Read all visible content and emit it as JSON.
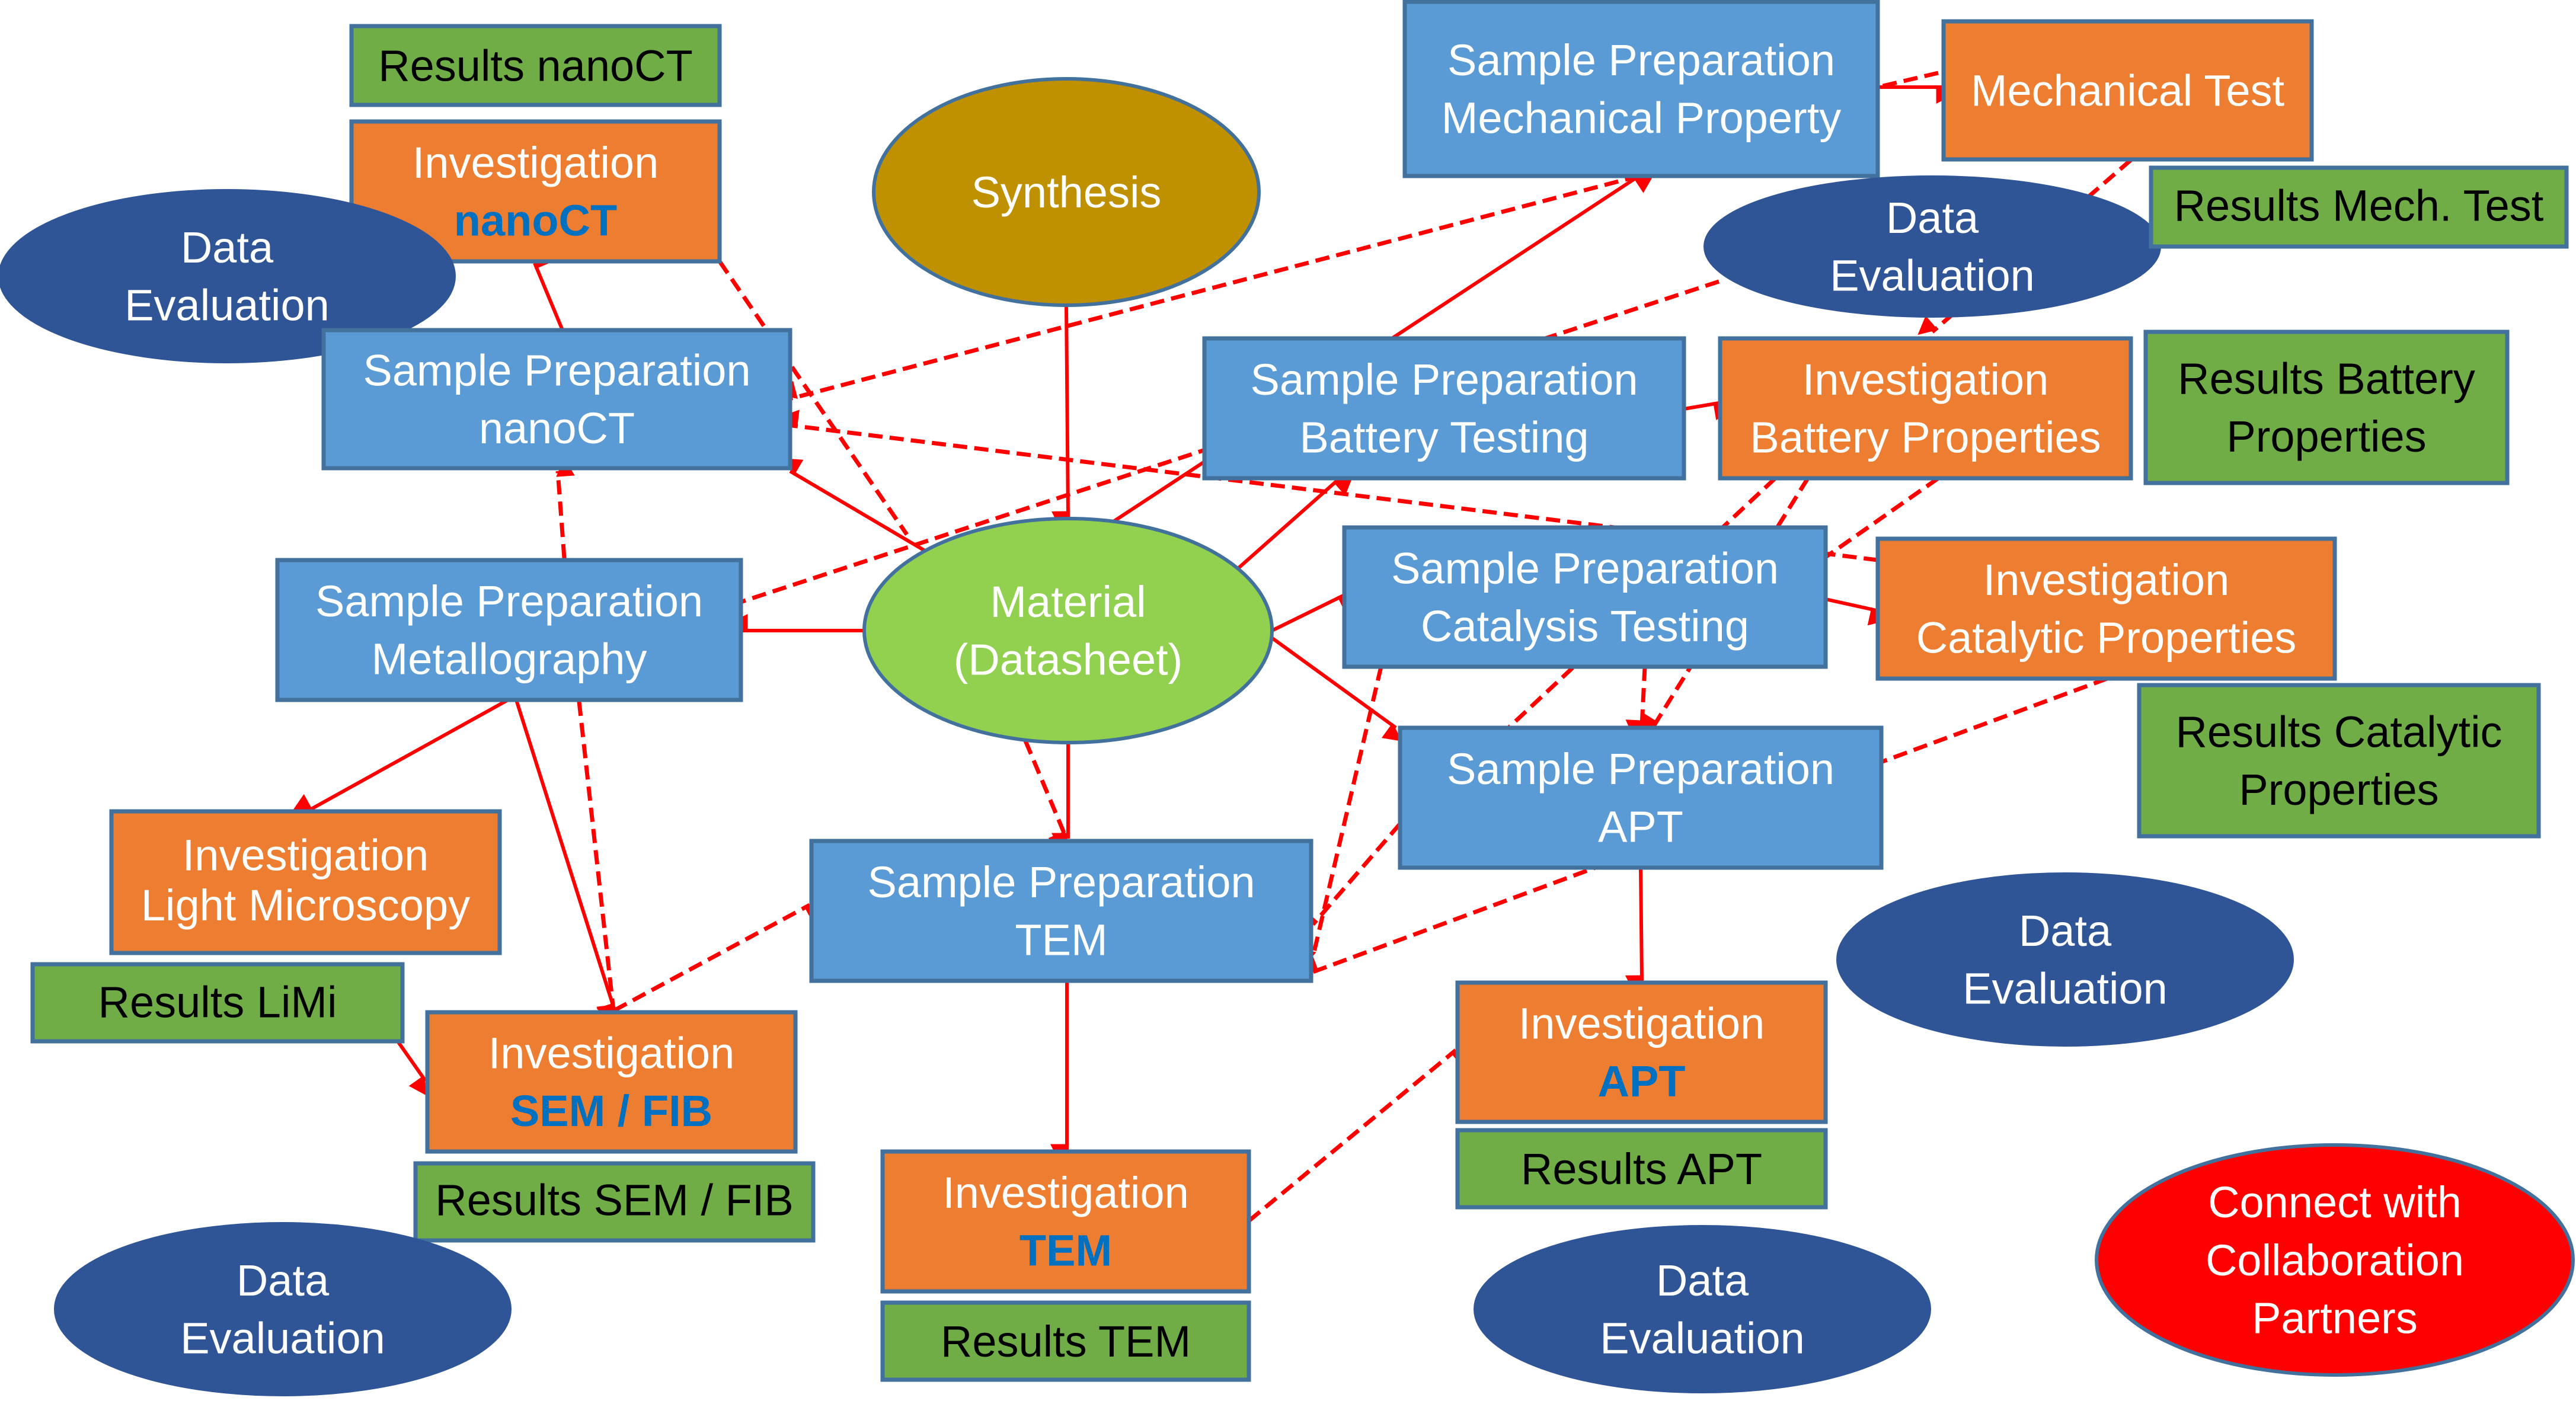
{
  "title": "Material characterization workflow",
  "colors": {
    "sample_prep": "#5b9bd5",
    "investigation": "#ed7d31",
    "results": "#70ad47",
    "data_eval": "#2f5597",
    "synthesis": "#bf9000",
    "material": "#92d050",
    "connect": "#ff0000",
    "border": "#41719c",
    "arrow": "#ff0000",
    "highlight_text": "#0070c0"
  },
  "nodes": {
    "results_nanoct": {
      "lines": [
        "Results nanoCT"
      ]
    },
    "inv_nanoct": {
      "lines": [
        "Investigation"
      ],
      "highlight": "nanoCT"
    },
    "de_topleft": {
      "lines": [
        "Data",
        "Evaluation"
      ]
    },
    "sp_nanoct": {
      "lines": [
        "Sample Preparation",
        "nanoCT"
      ]
    },
    "synthesis": {
      "lines": [
        "Synthesis"
      ]
    },
    "sp_mech": {
      "lines": [
        "Sample Preparation",
        "Mechanical Property"
      ]
    },
    "mech_test": {
      "lines": [
        "Mechanical Test"
      ]
    },
    "de_topright": {
      "lines": [
        "Data",
        "Evaluation"
      ]
    },
    "results_mech": {
      "lines": [
        "Results Mech. Test"
      ]
    },
    "sp_battery": {
      "lines": [
        "Sample Preparation",
        "Battery Testing"
      ]
    },
    "inv_battery": {
      "lines": [
        "Investigation",
        "Battery Properties"
      ]
    },
    "results_battery": {
      "lines": [
        "Results Battery",
        "Properties"
      ]
    },
    "sp_metallo": {
      "lines": [
        "Sample Preparation",
        "Metallography"
      ]
    },
    "material": {
      "lines": [
        "Material",
        "(Datasheet)"
      ]
    },
    "sp_catalysis": {
      "lines": [
        "Sample Preparation",
        "Catalysis Testing"
      ]
    },
    "inv_catalytic": {
      "lines": [
        "Investigation",
        "Catalytic Properties"
      ]
    },
    "results_catalytic": {
      "lines": [
        "Results Catalytic",
        "Properties"
      ]
    },
    "sp_apt": {
      "lines": [
        "Sample Preparation",
        "APT"
      ]
    },
    "sp_tem": {
      "lines": [
        "Sample Preparation",
        "TEM"
      ]
    },
    "inv_limi": {
      "lines": [
        "Investigation",
        "Light Microscopy"
      ]
    },
    "results_limi": {
      "lines": [
        "Results LiMi"
      ]
    },
    "inv_semfib": {
      "lines": [
        "Investigation"
      ],
      "highlight": "SEM / FIB"
    },
    "results_semfib": {
      "lines": [
        "Results SEM  / FIB"
      ]
    },
    "de_bottomleft": {
      "lines": [
        "Data",
        "Evaluation"
      ]
    },
    "inv_tem": {
      "lines": [
        "Investigation"
      ],
      "highlight": "TEM"
    },
    "results_tem": {
      "lines": [
        "Results TEM"
      ]
    },
    "inv_apt": {
      "lines": [
        "Investigation"
      ],
      "highlight": "APT"
    },
    "results_apt": {
      "lines": [
        "Results APT"
      ]
    },
    "de_right": {
      "lines": [
        "Data",
        "Evaluation"
      ]
    },
    "de_bottomcenter": {
      "lines": [
        "Data",
        "Evaluation"
      ]
    },
    "connect": {
      "lines": [
        "Connect with",
        "Collaboration",
        "Partners"
      ]
    }
  },
  "connections": [
    {
      "from": "synthesis",
      "to": "material",
      "style": "solid"
    },
    {
      "from": "material",
      "to": "sp_nanoct",
      "style": "solid"
    },
    {
      "from": "material",
      "to": "sp_metallo",
      "style": "solid"
    },
    {
      "from": "material",
      "to": "sp_tem",
      "style": "solid"
    },
    {
      "from": "material",
      "to": "sp_tem",
      "style": "dashed"
    },
    {
      "from": "material",
      "to": "sp_catalysis",
      "style": "solid"
    },
    {
      "from": "material",
      "to": "sp_apt",
      "style": "solid"
    },
    {
      "from": "material",
      "to": "sp_battery",
      "style": "solid"
    },
    {
      "from": "material",
      "to": "sp_mech",
      "style": "solid"
    },
    {
      "from": "sp_nanoct",
      "to": "inv_nanoct",
      "style": "solid"
    },
    {
      "from": "sp_mech",
      "to": "mech_test",
      "style": "solid"
    },
    {
      "from": "sp_battery",
      "to": "inv_battery",
      "style": "solid"
    },
    {
      "from": "sp_catalysis",
      "to": "inv_catalytic",
      "style": "solid"
    },
    {
      "from": "sp_metallo",
      "to": "inv_limi",
      "style": "solid"
    },
    {
      "from": "sp_metallo",
      "to": "inv_semfib",
      "style": "solid"
    },
    {
      "from": "sp_metallo",
      "to": "inv_semfib",
      "style": "dashed"
    },
    {
      "from": "sp_metallo",
      "to": "sp_nanoct",
      "style": "dashed"
    },
    {
      "from": "inv_limi",
      "to": "inv_semfib",
      "style": "solid"
    },
    {
      "from": "inv_semfib",
      "to": "sp_tem",
      "style": "dashed"
    },
    {
      "from": "sp_tem",
      "to": "inv_tem",
      "style": "solid"
    },
    {
      "from": "inv_tem",
      "to": "inv_apt",
      "style": "dashed"
    },
    {
      "from": "sp_apt",
      "to": "inv_apt",
      "style": "solid"
    },
    {
      "from": "sp_catalysis",
      "to": "sp_apt",
      "style": "dashed"
    },
    {
      "from": "sp_apt",
      "to": "sp_tem",
      "style": "dashed"
    },
    {
      "from": "sp_catalysis",
      "to": "sp_tem",
      "style": "dashed"
    },
    {
      "from": "inv_catalytic",
      "to": "sp_tem",
      "style": "dashed"
    },
    {
      "from": "inv_battery",
      "to": "sp_tem",
      "style": "dashed"
    },
    {
      "from": "inv_battery",
      "to": "sp_apt",
      "style": "dashed"
    },
    {
      "from": "mech_test",
      "to": "sp_metallo",
      "style": "dashed"
    },
    {
      "from": "sp_mech",
      "to": "sp_nanoct",
      "style": "dashed"
    },
    {
      "from": "inv_catalytic",
      "to": "sp_nanoct",
      "style": "dashed"
    },
    {
      "from": "inv_nanoct",
      "to": "material",
      "style": "dashed"
    },
    {
      "from": "mech_test",
      "to": "sp_mech",
      "style": "dashed"
    },
    {
      "from": "mech_test",
      "to": "inv_battery",
      "style": "dashed"
    },
    {
      "from": "inv_battery",
      "to": "sp_catalysis",
      "style": "dashed"
    }
  ]
}
